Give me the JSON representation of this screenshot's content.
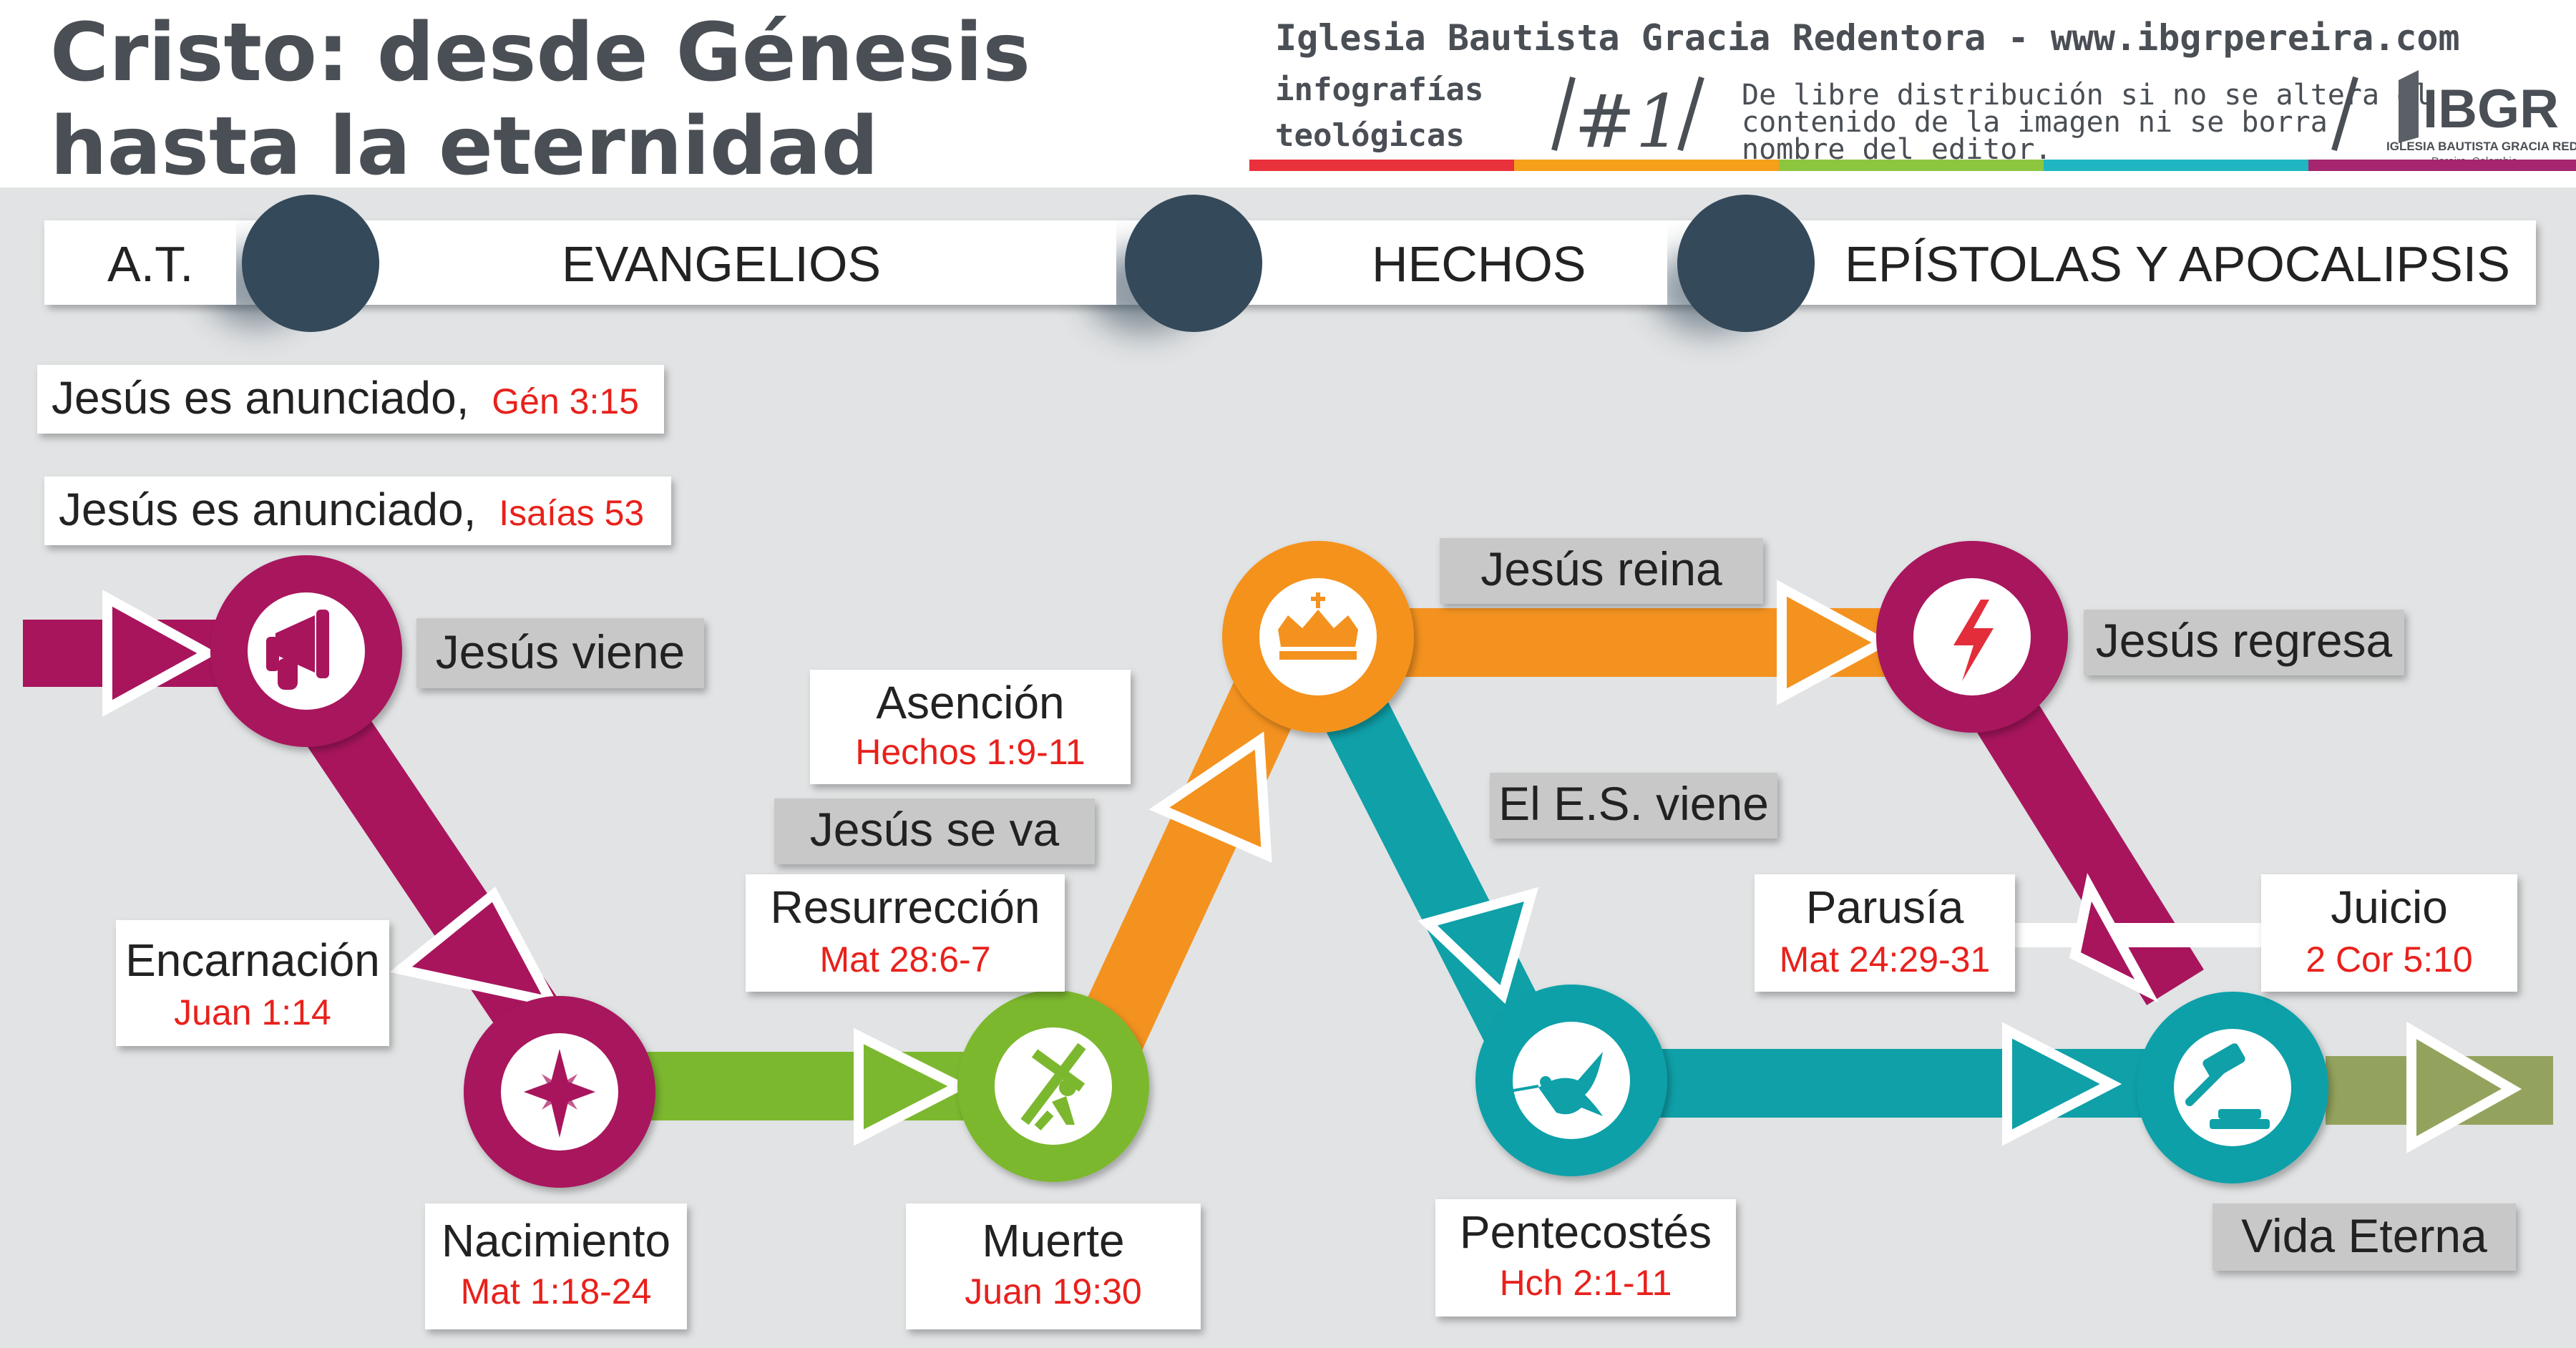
{
  "header": {
    "title_line1": "Cristo: desde Génesis",
    "title_line2": "hasta la eternidad",
    "org": "Iglesia Bautista Gracia Redentora - www.ibgrpereira.com",
    "series_line1": "infografías",
    "series_line2": "teológicas",
    "number": "#1",
    "license_line1": "De libre distribución si no se altera el",
    "license_line2": "contenido de la imagen ni se borra",
    "license_line3": "nombre del editor.",
    "logo_text": "IBGR",
    "logo_sub1": "IGLESIA BAUTISTA GRACIA REDENTORA",
    "logo_sub2": "Pereira, Colombia"
  },
  "periods": [
    "A.T.",
    "EVANGELIOS",
    "HECHOS",
    "EPÍSTOLAS Y APOCALIPSIS"
  ],
  "prophecies": [
    {
      "text": "Jesús es anunciado,",
      "ref": "Gén 3:15"
    },
    {
      "text": "Jesús es anunciado,",
      "ref": "Isaías 53"
    }
  ],
  "phases": {
    "viene": "Jesús viene",
    "se_va": "Jesús se va",
    "reina": "Jesús reina",
    "es_viene": "El E.S. viene",
    "regresa": "Jesús regresa",
    "vida_eterna": "Vida Eterna"
  },
  "events": {
    "encarnacion": {
      "title": "Encarnación",
      "ref": "Juan 1:14"
    },
    "nacimiento": {
      "title": "Nacimiento",
      "ref": "Mat 1:18-24"
    },
    "muerte": {
      "title": "Muerte",
      "ref": "Juan 19:30"
    },
    "resurreccion": {
      "title": "Resurrección",
      "ref": "Mat 28:6-7"
    },
    "asencion": {
      "title": "Asención",
      "ref": "Hechos 1:9-11"
    },
    "pentecostes": {
      "title": "Pentecostés",
      "ref": "Hch 2:1-11"
    },
    "parusia": {
      "title": "Parusía",
      "ref": "Mat 24:29-31"
    },
    "juicio": {
      "title": "Juicio",
      "ref": "2 Cor 5:10"
    }
  },
  "colors": {
    "magenta": "#a8155d",
    "green": "#7cb82f",
    "orange": "#f4921f",
    "teal": "#0fa0a8",
    "olive": "#93a35d",
    "title_gray": "#4a4f55",
    "ref_red": "#e8211c",
    "band_dark": "#34495a",
    "tag_gray": "#c8c8c8",
    "stripe": [
      "#e8313b",
      "#f6a01a",
      "#8cc63f",
      "#1fb6c1",
      "#a5256e"
    ]
  }
}
